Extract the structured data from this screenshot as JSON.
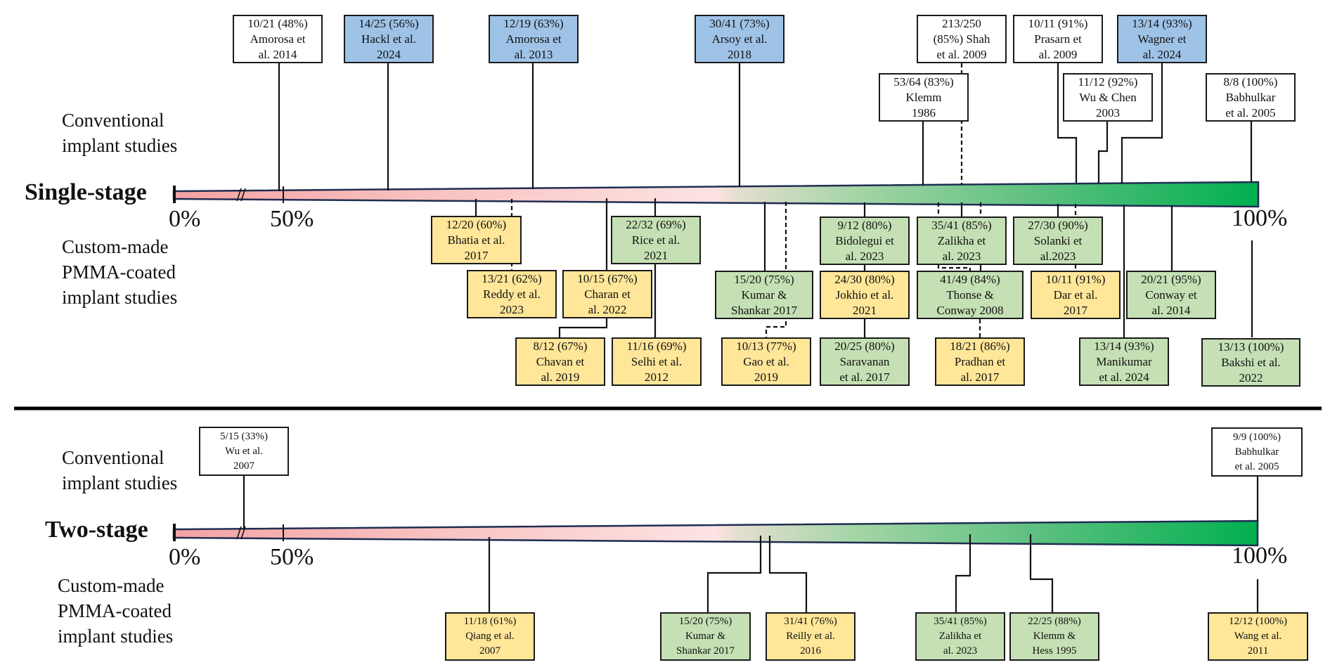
{
  "colors": {
    "conventional": "#ffffff",
    "conventional_highlight": "#9fc3e7",
    "custom_yellow": "#ffe699",
    "custom_green": "#c5e0b4",
    "gradient_low": "#f4a3a3",
    "gradient_mid": "#fde7e7",
    "gradient_high": "#00b050",
    "divider": "#000000"
  },
  "single_stage": {
    "title": "Single-stage",
    "conventional_label": [
      "Conventional",
      "implant studies"
    ],
    "custom_label": [
      "Custom-made",
      "PMMA-coated",
      "implant studies"
    ],
    "axis": {
      "start": "0%",
      "mid": "50%",
      "end": "100%"
    },
    "conventional_studies": [
      {
        "line1": "10/21 (48%)",
        "line2": "Amorosa et",
        "line3": "al. 2014",
        "rate": 48,
        "style": "conv"
      },
      {
        "line1": "14/25 (56%)",
        "line2": "Hackl et al.",
        "line3": "2024",
        "rate": 56,
        "style": "blue"
      },
      {
        "line1": "12/19 (63%)",
        "line2": "Amorosa et",
        "line3": "al. 2013",
        "rate": 63,
        "style": "blue"
      },
      {
        "line1": "30/41 (73%)",
        "line2": "Arsoy et al.",
        "line3": "2018",
        "rate": 73,
        "style": "blue"
      },
      {
        "line1": "53/64 (83%)",
        "line2": "Klemm",
        "line3": "1986",
        "rate": 83,
        "style": "conv"
      },
      {
        "line1": "213/250",
        "line2": "(85%) Shah",
        "line3": "et al. 2009",
        "rate": 85,
        "style": "conv"
      },
      {
        "line1": "10/11 (91%)",
        "line2": "Prasarn et",
        "line3": "al. 2009",
        "rate": 91,
        "style": "conv"
      },
      {
        "line1": "11/12 (92%)",
        "line2": "Wu & Chen",
        "line3": "2003",
        "rate": 92,
        "style": "conv"
      },
      {
        "line1": "13/14 (93%)",
        "line2": "Wagner et",
        "line3": "al. 2024",
        "rate": 93,
        "style": "blue"
      },
      {
        "line1": "8/8 (100%)",
        "line2": "Babhulkar",
        "line3": "et al. 2005",
        "rate": 100,
        "style": "conv"
      }
    ],
    "custom_studies": [
      {
        "line1": "12/20 (60%)",
        "line2": "Bhatia et al.",
        "line3": "2017",
        "rate": 60,
        "style": "yellow"
      },
      {
        "line1": "13/21 (62%)",
        "line2": "Reddy et al.",
        "line3": "2023",
        "rate": 62,
        "style": "yellow"
      },
      {
        "line1": "10/15 (67%)",
        "line2": "Charan et",
        "line3": "al. 2022",
        "rate": 67,
        "style": "yellow"
      },
      {
        "line1": "8/12 (67%)",
        "line2": "Chavan et",
        "line3": "al. 2019",
        "rate": 67,
        "style": "yellow"
      },
      {
        "line1": "22/32 (69%)",
        "line2": "Rice et al.",
        "line3": "2021",
        "rate": 69,
        "style": "green"
      },
      {
        "line1": "11/16 (69%)",
        "line2": "Selhi et al.",
        "line3": "2012",
        "rate": 69,
        "style": "yellow"
      },
      {
        "line1": "15/20 (75%)",
        "line2": "Kumar &",
        "line3": "Shankar 2017",
        "rate": 75,
        "style": "green"
      },
      {
        "line1": "10/13 (77%)",
        "line2": "Gao et al.",
        "line3": "2019",
        "rate": 77,
        "style": "yellow"
      },
      {
        "line1": "9/12 (80%)",
        "line2": "Bidolegui et",
        "line3": "al. 2023",
        "rate": 80,
        "style": "green"
      },
      {
        "line1": "24/30 (80%)",
        "line2": "Jokhio et al.",
        "line3": "2021",
        "rate": 80,
        "style": "yellow"
      },
      {
        "line1": "20/25 (80%)",
        "line2": "Saravanan",
        "line3": "et al. 2017",
        "rate": 80,
        "style": "green"
      },
      {
        "line1": "35/41 (85%)",
        "line2": "Zalikha et",
        "line3": "al. 2023",
        "rate": 85,
        "style": "green"
      },
      {
        "line1": "41/49 (84%)",
        "line2": "Thonse &",
        "line3": "Conway 2008",
        "rate": 84,
        "style": "green"
      },
      {
        "line1": "18/21 (86%)",
        "line2": "Pradhan et",
        "line3": "al. 2017",
        "rate": 86,
        "style": "yellow"
      },
      {
        "line1": "27/30 (90%)",
        "line2": "Solanki et",
        "line3": "al.2023",
        "rate": 90,
        "style": "green"
      },
      {
        "line1": "10/11 (91%)",
        "line2": "Dar et al.",
        "line3": "2017",
        "rate": 91,
        "style": "yellow"
      },
      {
        "line1": "13/14 (93%)",
        "line2": "Manikumar",
        "line3": "et al. 2024",
        "rate": 93,
        "style": "green"
      },
      {
        "line1": "20/21 (95%)",
        "line2": "Conway et",
        "line3": "al. 2014",
        "rate": 95,
        "style": "green"
      },
      {
        "line1": "13/13 (100%)",
        "line2": "Bakshi et al.",
        "line3": "2022",
        "rate": 100,
        "style": "green"
      }
    ]
  },
  "two_stage": {
    "title": "Two-stage",
    "conventional_label": [
      "Conventional",
      "implant studies"
    ],
    "custom_label": [
      "Custom-made",
      "PMMA-coated",
      "implant studies"
    ],
    "axis": {
      "start": "0%",
      "mid": "50%",
      "end": "100%"
    },
    "conventional_studies": [
      {
        "line1": "5/15 (33%)",
        "line2": "Wu et al.",
        "line3": "2007",
        "rate": 33,
        "style": "conv"
      },
      {
        "line1": "9/9 (100%)",
        "line2": "Babhulkar",
        "line3": "et al. 2005",
        "rate": 100,
        "style": "conv"
      }
    ],
    "custom_studies": [
      {
        "line1": "11/18 (61%)",
        "line2": "Qiang et al.",
        "line3": "2007",
        "rate": 61,
        "style": "yellow"
      },
      {
        "line1": "15/20 (75%)",
        "line2": "Kumar &",
        "line3": "Shankar 2017",
        "rate": 75,
        "style": "green"
      },
      {
        "line1": "31/41 (76%)",
        "line2": "Reilly et al.",
        "line3": "2016",
        "rate": 76,
        "style": "yellow"
      },
      {
        "line1": "35/41 (85%)",
        "line2": "Zalikha et",
        "line3": "al. 2023",
        "rate": 85,
        "style": "green"
      },
      {
        "line1": "22/25 (88%)",
        "line2": "Klemm &",
        "line3": "Hess  1995",
        "rate": 88,
        "style": "green"
      },
      {
        "line1": "12/12 (100%)",
        "line2": "Wang et al.",
        "line3": "2011",
        "rate": 100,
        "style": "yellow"
      }
    ]
  }
}
